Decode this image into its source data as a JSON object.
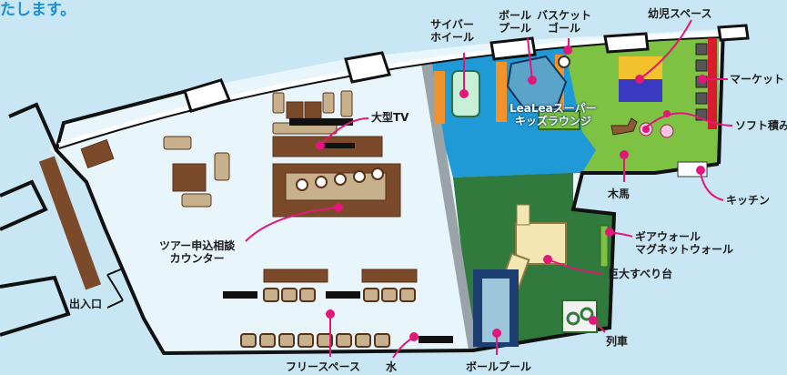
{
  "heading": "たします。",
  "labels": {
    "cyber_wheel": "サイバー\nホイール",
    "ball_pool_top": "ボール\nプール",
    "basket_goal": "バスケット\nゴール",
    "infant_space": "幼児スペース",
    "market": "マーケット",
    "soft_blocks": "ソフト積み木",
    "kids_lounge": "LeaLeaスーパー\nキッズラウンジ",
    "big_tv": "大型TV",
    "tour_counter": "ツアー申込相談\nカウンター",
    "wooden_horse": "木馬",
    "kitchen": "キッチン",
    "gear_wall": "ギアウォール\nマグネットウォール",
    "giant_slide": "巨大すべり台",
    "entrance": "出入口",
    "train": "列車",
    "free_space": "フリースペース",
    "water": "水",
    "ball_pool_bottom": "ボールプール"
  },
  "colors": {
    "background": "#c9e6f5",
    "floor": "#e8f5fb",
    "kids_blue": "#1f9ad6",
    "kids_green_dark": "#2f7a3c",
    "kids_green_light": "#7dc242",
    "accent_pink": "#e2177a",
    "accent_orange": "#f2922a",
    "furniture": "#7a4a2a",
    "wall": "#111111"
  },
  "icons": [
    "cyber-wheel-icon",
    "ball-pool-icon",
    "basketball-hoop-icon",
    "rocking-horse-icon",
    "train-icon",
    "slide-icon",
    "kitchen-icon",
    "tv-icon"
  ]
}
